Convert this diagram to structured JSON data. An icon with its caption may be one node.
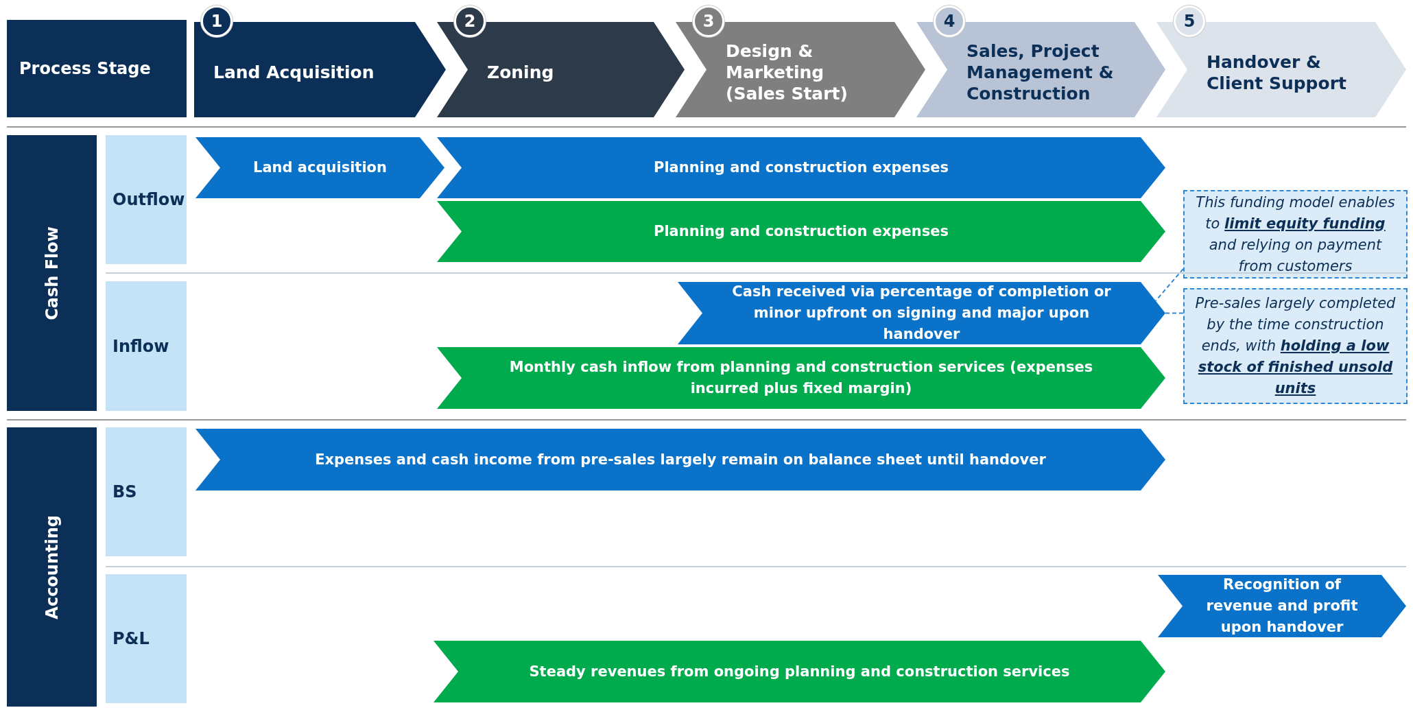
{
  "diagram": {
    "nodes": [
      {
        "text": [
          "Process Stage"
        ]
      },
      {
        "text": [
          "1",
          "Land Acquisition"
        ]
      },
      {
        "text": [
          "2",
          "Zoning"
        ]
      },
      {
        "text": [
          "3",
          "Design & Marketing (Sales Start)"
        ]
      },
      {
        "text": [
          "4",
          "Sales, Project Management & Construction"
        ]
      },
      {
        "text": [
          "5",
          "Handover & Client Support"
        ]
      },
      {
        "text": [
          "Cash Flow"
        ]
      },
      {
        "text": [
          "Outflow"
        ]
      },
      {
        "text": [
          "Inflow"
        ]
      },
      {
        "text": [
          "Accounting"
        ]
      },
      {
        "text": [
          "BS"
        ]
      },
      {
        "text": [
          "P&L"
        ]
      },
      {
        "text": [
          "Land acquisition"
        ]
      },
      {
        "text": [
          "Planning and construction expenses"
        ]
      },
      {
        "text": [
          "Planning and construction expenses"
        ]
      },
      {
        "text": [
          "Cash received via percentage of completion or minor upfront on signing and major upon handover"
        ]
      },
      {
        "text": [
          "Monthly cash inflow from planning and construction services (expenses incurred plus fixed margin)"
        ]
      },
      {
        "text": [
          "Expenses and cash income from pre-sales largely remain on balance sheet until handover"
        ]
      },
      {
        "text": [
          "Recognition of revenue and profit upon handover"
        ]
      },
      {
        "text": [
          "Steady revenues from ongoing planning and construction services"
        ]
      },
      {
        "text": [
          "This funding model enables to **limit equity funding** and relying on payment from customers"
        ]
      },
      {
        "text": [
          "Pre-sales largely completed by the time construction ends, with **holding a low stock of finished unsold units**"
        ]
      }
    ],
    "edges": [
      {
        "from": 20,
        "to": 15,
        "arrow": "none",
        "style": "dashed"
      },
      {
        "from": 21,
        "to": 15,
        "arrow": "none",
        "style": "dashed"
      }
    ]
  }
}
